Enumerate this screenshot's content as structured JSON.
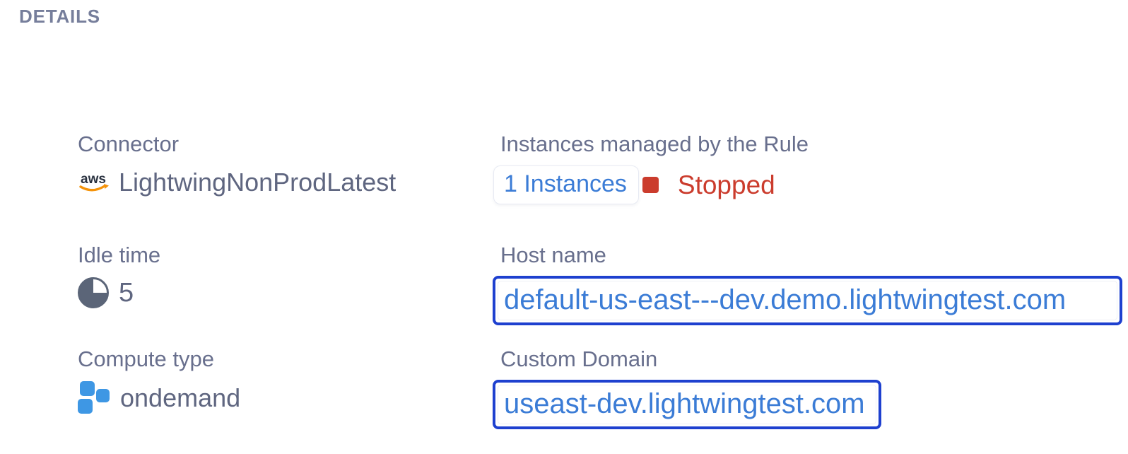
{
  "header": {
    "title": "DETAILS"
  },
  "fields": {
    "connector": {
      "label": "Connector",
      "value": "LightwingNonProdLatest",
      "icon": "aws-icon"
    },
    "instances": {
      "label": "Instances managed by the Rule",
      "link": "1 Instances",
      "status": "Stopped",
      "status_icon": "stopped-square-icon"
    },
    "idle_time": {
      "label": "Idle time",
      "value": "5",
      "icon": "idle-pie-icon"
    },
    "host_name": {
      "label": "Host name",
      "value": "default-us-east---dev.demo.lightwingtest.com"
    },
    "compute_type": {
      "label": "Compute type",
      "value": "ondemand",
      "icon": "compute-squares-icon"
    },
    "custom_domain": {
      "label": "Custom Domain",
      "value": "useast-dev.lightwingtest.com"
    }
  },
  "icons": {
    "aws_logo_text": "aws"
  },
  "colors": {
    "link_blue": "#3b7cd6",
    "selection_border_blue": "#1e40cf",
    "status_stopped_red": "#cb3c2d",
    "label_gray": "#686f8d",
    "value_gray": "#5f6680",
    "section_title_gray": "#767e9b",
    "compute_icon_blue": "#3e97e4",
    "idle_icon_slate": "#5b6578",
    "aws_smile_orange": "#f5930a",
    "aws_text_navy": "#2a3240"
  }
}
